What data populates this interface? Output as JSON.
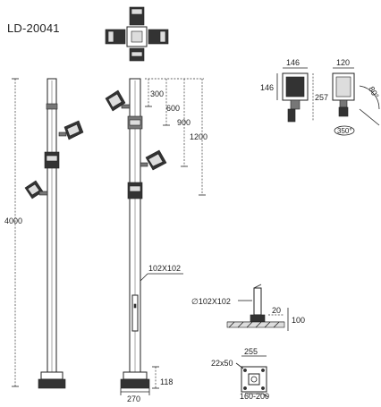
{
  "title": "LD-20041",
  "dimensions": {
    "total_height": "4000",
    "d300": "300",
    "d600": "600",
    "d900": "900",
    "d1200": "1200",
    "pole_section": "102X102",
    "base_width": "270",
    "base_height": "118",
    "head_width": "146",
    "head_height": "146",
    "head_depth": "120",
    "side_height": "257",
    "tilt_angle": "80°",
    "rotation": "350°",
    "foundation_pole": "∅102X102",
    "foundation_d20": "20",
    "foundation_d100": "100",
    "plate_size": "255",
    "bolt_spec": "22x50",
    "bolt_spacing": "160-200"
  }
}
